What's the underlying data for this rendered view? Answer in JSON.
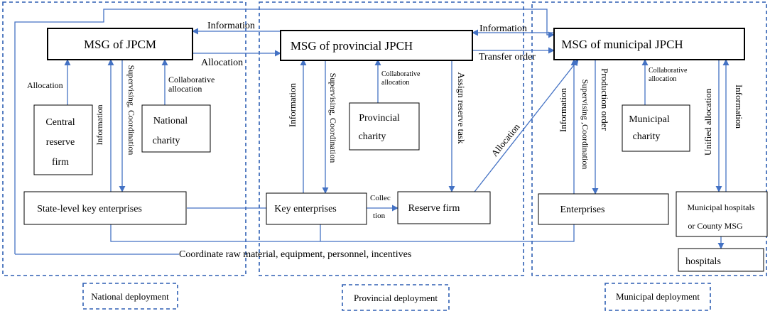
{
  "colors": {
    "arrow": "#4472c4",
    "region_border": "#2e5fb3",
    "box_border": "#000000"
  },
  "nodes": {
    "msg_jpcm": "MSG of JPCM",
    "msg_provincial": "MSG of provincial JPCH",
    "msg_municipal": "MSG of municipal JPCH",
    "central_reserve_firm": [
      "Central",
      "reserve",
      "firm"
    ],
    "national_charity": [
      "National",
      "charity"
    ],
    "state_key_enterprises": "State-level key enterprises",
    "provincial_charity": [
      "Provincial",
      "charity"
    ],
    "key_enterprises": "Key enterprises",
    "reserve_firm": "Reserve firm",
    "municipal_charity": [
      "Municipal",
      "charity"
    ],
    "enterprises": "Enterprises",
    "municipal_hospitals": [
      "Municipal hospitals",
      "or County MSG"
    ],
    "hospitals": "hospitals"
  },
  "edge_labels": {
    "information_top_left": "Information",
    "allocation_mid": "Allocation",
    "information_top_right": "Information",
    "transfer_order": "Transfer order",
    "allocation_central": "Allocation",
    "information_national": "Information",
    "supervising_national": "Supervising, Coordination",
    "collab_national": [
      "Collaborative",
      "allocation"
    ],
    "information_provincial": "Information",
    "supervising_provincial": "Supervising, Coordination",
    "collab_provincial": [
      "Collaborative",
      "allocation"
    ],
    "assign_reserve_task": "Assign reserve task",
    "allocation_diagonal": "Allocation",
    "collection": [
      "Collec",
      "tion"
    ],
    "information_municipal": "Information",
    "supervising_municipal": "Supervising ,Coordination",
    "production_order": "Production order",
    "collab_municipal": [
      "Collaborative",
      "allocation"
    ],
    "unified_allocation": "Unified allocation",
    "information_hospitals": "Information",
    "coordinate_raw": "Coordinate raw material, equipment, personnel, incentives"
  },
  "regions": {
    "national": "National deployment",
    "provincial": "Provincial deployment",
    "municipal": "Municipal deployment"
  }
}
